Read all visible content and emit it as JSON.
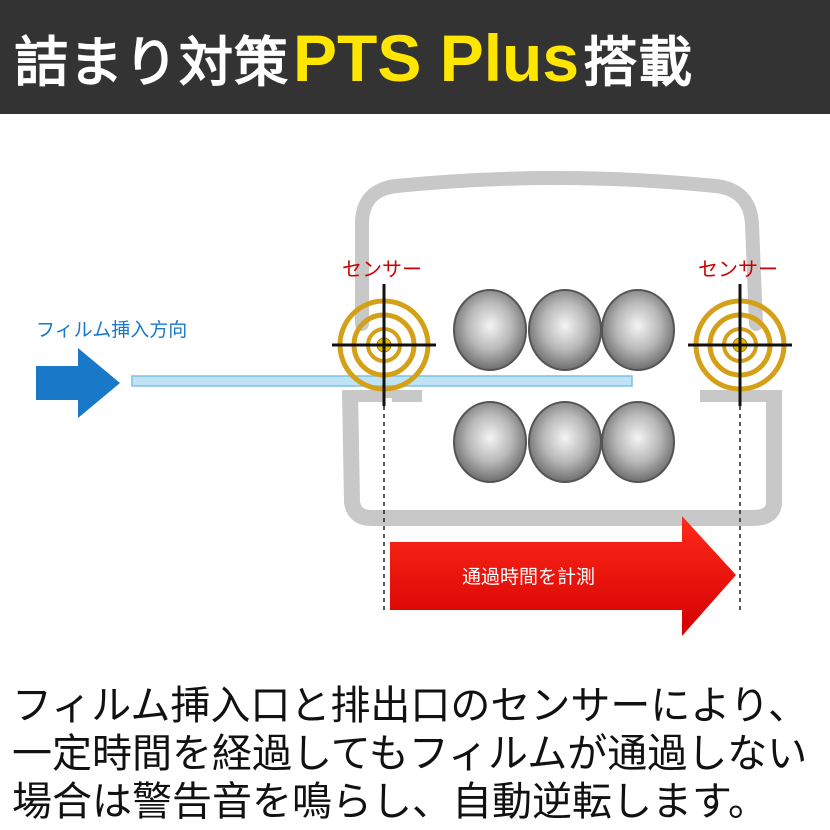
{
  "header": {
    "title_pre": "詰まり対策",
    "title_accent": "PTS Plus",
    "title_post": "搭載"
  },
  "diagram": {
    "sensor_left_label": "センサー",
    "sensor_right_label": "センサー",
    "insert_direction_label": "フィルム挿入方向",
    "measure_label": "通過時間を計測"
  },
  "caption": {
    "lines": [
      "フィルム挿入口と排出口のセンサーにより、",
      "一定時間を経過してもフィルムが通過しない",
      "場合は警告音を鳴らし、自動逆転します。"
    ]
  },
  "colors": {
    "header_bg": "#333333",
    "accent_yellow": "#ffe600",
    "sensor_label_red": "#cc0000",
    "insert_blue": "#1a78c8",
    "measure_red": "#e60000",
    "sensor_gold": "#d4a017"
  }
}
